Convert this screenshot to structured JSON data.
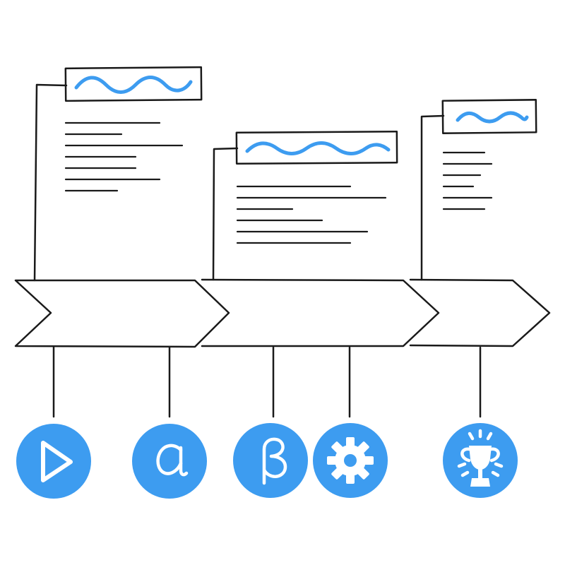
{
  "colors": {
    "accent": "#3d9cf0",
    "ink": "#1a1a1a",
    "background": "#ffffff"
  },
  "timeline": {
    "arrow_count": 3,
    "cards": [
      {
        "heading_visible": "squiggle",
        "text_lines": 7
      },
      {
        "heading_visible": "squiggle",
        "text_lines": 6
      },
      {
        "heading_visible": "squiggle",
        "text_lines": 6
      }
    ],
    "milestones": [
      {
        "icon": "play-icon"
      },
      {
        "icon": "alpha-icon"
      },
      {
        "icon": "beta-icon"
      },
      {
        "icon": "gear-icon"
      },
      {
        "icon": "trophy-icon"
      }
    ]
  }
}
